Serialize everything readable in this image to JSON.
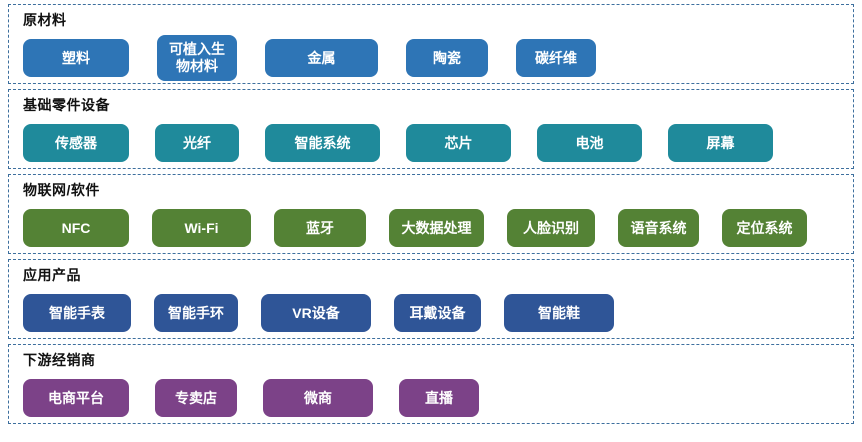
{
  "diagram": {
    "border_color": "#3d6f9e",
    "sections": [
      {
        "label": "原材料",
        "color": "#2e75b6",
        "items": [
          "塑料",
          "可植入生物材料",
          "金属",
          "陶瓷",
          "碳纤维"
        ]
      },
      {
        "label": "基础零件设备",
        "color": "#1f8a9b",
        "items": [
          "传感器",
          "光纤",
          "智能系统",
          "芯片",
          "电池",
          "屏幕"
        ]
      },
      {
        "label": "物联网/软件",
        "color": "#548235",
        "items": [
          "NFC",
          "Wi-Fi",
          "蓝牙",
          "大数据处理",
          "人脸识别",
          "语音系统",
          "定位系统"
        ]
      },
      {
        "label": "应用产品",
        "color": "#2f5597",
        "items": [
          "智能手表",
          "智能手环",
          "VR设备",
          "耳戴设备",
          "智能鞋"
        ]
      },
      {
        "label": "下游经销商",
        "color": "#7c4288",
        "items": [
          "电商平台",
          "专卖店",
          "微商",
          "直播"
        ]
      }
    ]
  }
}
